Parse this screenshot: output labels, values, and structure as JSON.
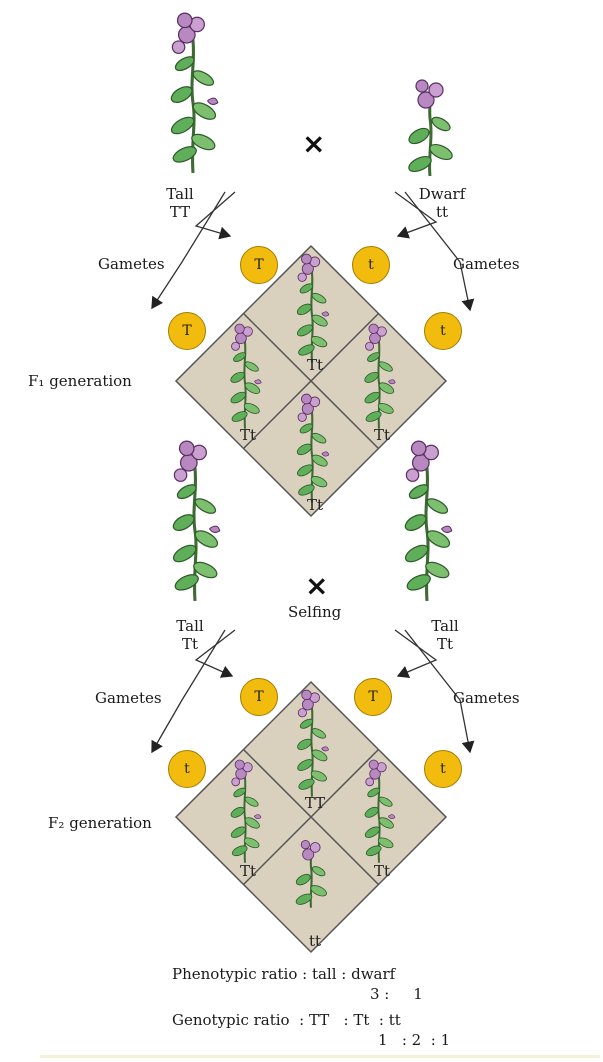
{
  "parents": {
    "left_label": "Tall",
    "left_genotype": "TT",
    "right_label": "Dwarf",
    "right_genotype": "tt",
    "cross_symbol": "×"
  },
  "gametes_label": "Gametes",
  "f1": {
    "generation_label": "F₁ generation",
    "gametes_left": [
      "T",
      "T"
    ],
    "gametes_right": [
      "t",
      "t"
    ],
    "cells": {
      "top": "Tt",
      "left": "Tt",
      "right": "Tt",
      "bottom": "Tt"
    }
  },
  "selfing": {
    "left_label": "Tall",
    "left_genotype": "Tt",
    "right_label": "Tall",
    "right_genotype": "Tt",
    "cross_symbol": "×",
    "cross_label": "Selfing"
  },
  "f2": {
    "generation_label": "F₂ generation",
    "gametes_left": [
      "T",
      "t"
    ],
    "gametes_right": [
      "T",
      "t"
    ],
    "cells": {
      "top": "TT",
      "left": "Tt",
      "right": "Tt",
      "bottom": "tt"
    }
  },
  "ratios": {
    "phenotypic_line": "Phenotypic ratio : tall : dwarf",
    "phenotypic_values": "3 :     1",
    "genotypic_line": "Genotypic ratio  : TT   : Tt  : tt",
    "genotypic_values": "1   : 2  : 1"
  },
  "colors": {
    "gamete_fill": "#f2bc0f",
    "cell_fill": "#d9d0bd",
    "flower": "#b889c0",
    "leaf": "#5fae5a"
  }
}
